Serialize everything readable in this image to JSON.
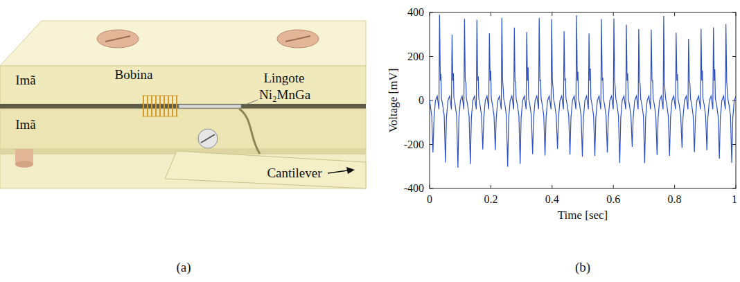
{
  "diagram": {
    "labels": [
      "Bobina",
      "Imã",
      "Lingote",
      "Ni₂MnGa",
      "Imã",
      "Cantilever",
      "400",
      "200",
      "0",
      "-200",
      "-400",
      "Voltage [mV]",
      "0",
      "0.2",
      "0.4",
      "0.6",
      "0.8",
      "1",
      "Time [sec]",
      "(a)",
      "(b)"
    ]
  }
}
